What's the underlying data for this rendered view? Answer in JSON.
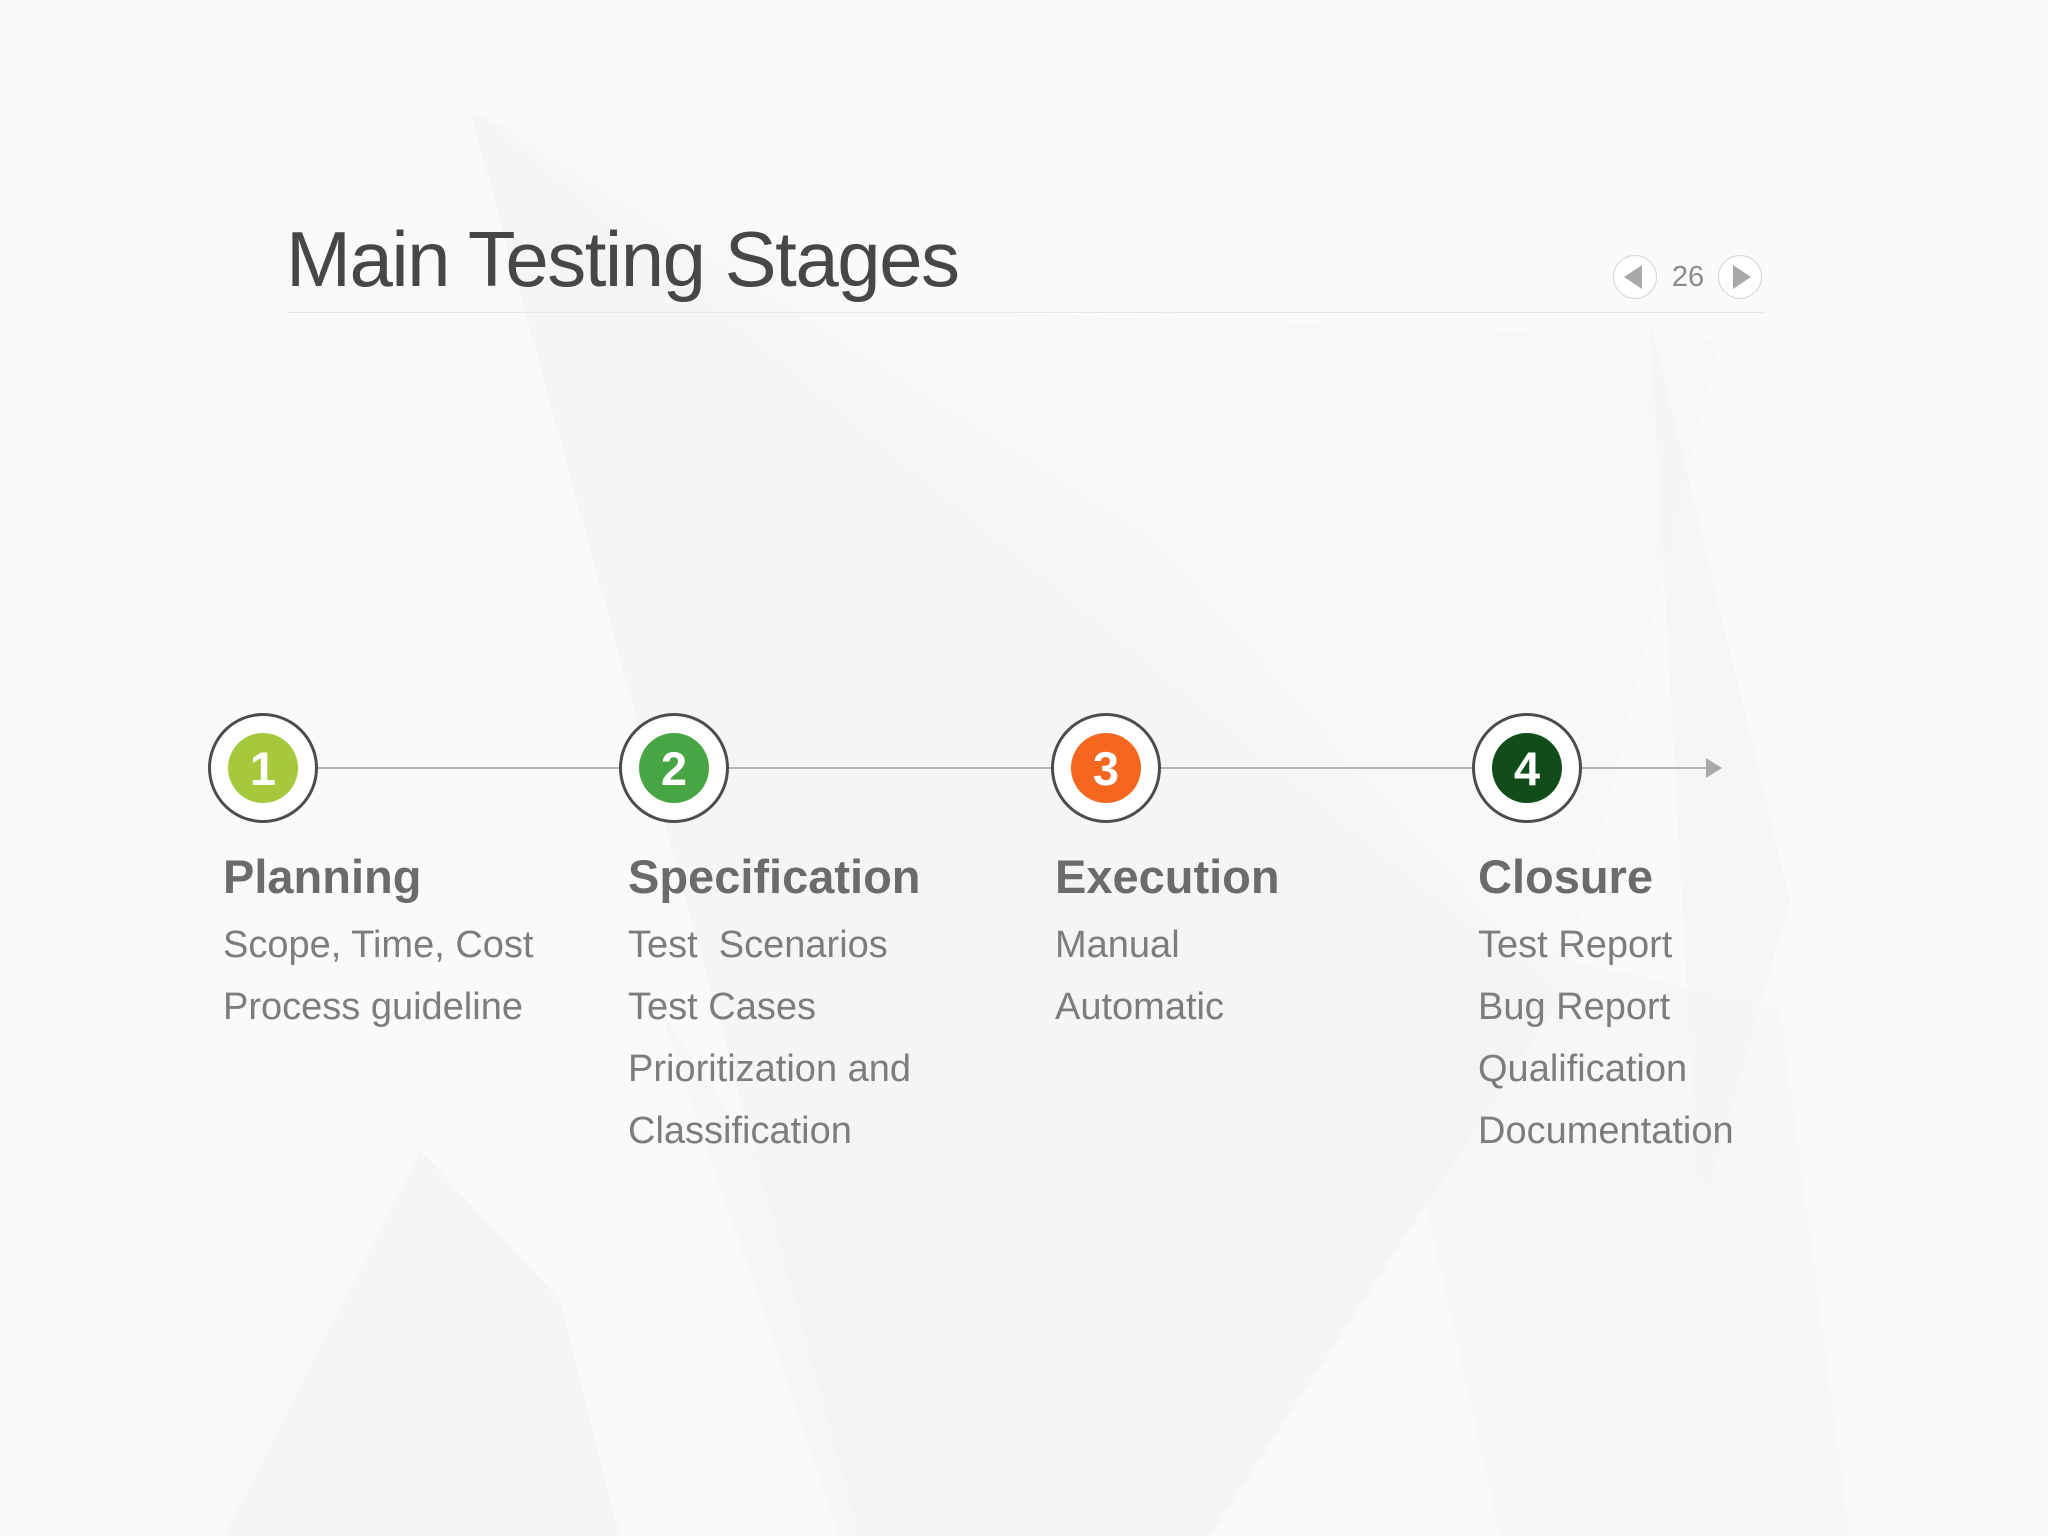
{
  "slide": {
    "title": "Main Testing Stages",
    "page_number": "26"
  },
  "nav": {
    "prev_icon": "left-arrow",
    "next_icon": "right-arrow"
  },
  "colors": {
    "title_text": "#474747",
    "heading_text": "#6b6b6b",
    "body_text": "#7d7d7d",
    "circle_border": "#4c4c4c",
    "connector_line": "#b5b5b5",
    "stage1_accent": "#a6c83b",
    "stage2_accent": "#47a544",
    "stage3_accent": "#f5661e",
    "stage4_accent": "#114d18"
  },
  "stages": [
    {
      "number": "1",
      "color": "#a6c83b",
      "title": "Planning",
      "lines": [
        "Scope, Time, Cost",
        "Process guideline"
      ]
    },
    {
      "number": "2",
      "color": "#47a544",
      "title": "Specification",
      "lines": [
        "Test  Scenarios",
        "Test Cases",
        "Prioritization and",
        "Classification"
      ]
    },
    {
      "number": "3",
      "color": "#f5661e",
      "title": "Execution",
      "lines": [
        "Manual",
        "Automatic"
      ]
    },
    {
      "number": "4",
      "color": "#114d18",
      "title": "Closure",
      "lines": [
        "Test Report",
        "Bug Report",
        "Qualification",
        "Documentation"
      ]
    }
  ]
}
